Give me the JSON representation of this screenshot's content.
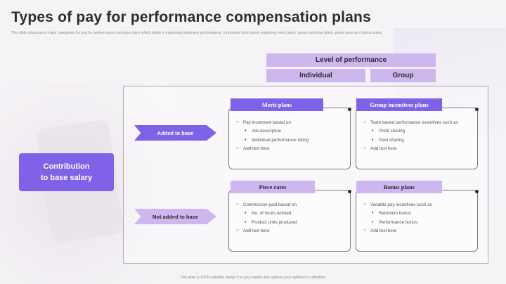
{
  "slide": {
    "title": "Types of pay for performance compensation plans",
    "subtitle": "This slide showcases major categories for pay for performance incentive plans which helps in improving employee performance. It provides information regarding merit plans, group incentive plans, piece rates and bonus plans.",
    "footer": "This slide is 100% editable. Adapt it to your needs and capture your audience's attention."
  },
  "header": {
    "level_of_performance": "Level of performance",
    "individual": "Individual",
    "group": "Group"
  },
  "left_box": "Contribution\nto base salary",
  "rows": {
    "added": "Added to base",
    "not_added": "Not added to base"
  },
  "cards": {
    "merit": {
      "title": "Merit plans",
      "items": [
        {
          "text": "Pay increment based on",
          "sub": false
        },
        {
          "text": "Job description",
          "sub": true
        },
        {
          "text": "Individual  performance  rating",
          "sub": true
        },
        {
          "text": "Add text here",
          "sub": false
        }
      ]
    },
    "group": {
      "title": "Group incentives plans",
      "items": [
        {
          "text": "Team based performance  incentives such as",
          "sub": false
        },
        {
          "text": "Profit  sharing",
          "sub": true
        },
        {
          "text": "Gain sharing",
          "sub": true
        },
        {
          "text": "Add text here",
          "sub": false
        }
      ]
    },
    "piece": {
      "title": "Piece rates",
      "items": [
        {
          "text": "Commission paid based on",
          "sub": false
        },
        {
          "text": "No. of hours worked",
          "sub": true
        },
        {
          "text": "Product units produced",
          "sub": true
        },
        {
          "text": "Add text here",
          "sub": false
        }
      ]
    },
    "bonus": {
      "title": "Bonus plans",
      "items": [
        {
          "text": "Variable pay incentives  such as",
          "sub": false
        },
        {
          "text": "Retention  bonus",
          "sub": true
        },
        {
          "text": "Performance  bonus",
          "sub": true
        },
        {
          "text": "Add text here",
          "sub": false
        }
      ]
    }
  },
  "colors": {
    "accent": "#7f62e8",
    "accent_light": "#cdb7ee",
    "text": "#2d2d2d"
  }
}
